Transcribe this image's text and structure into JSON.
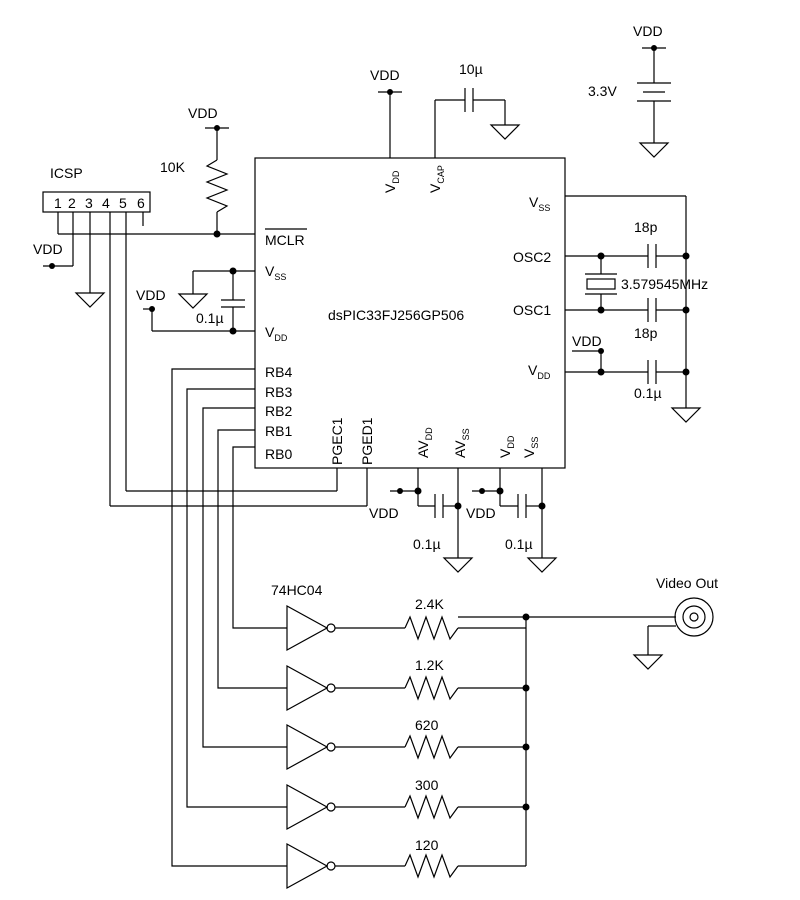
{
  "chip": {
    "part": "dsPIC33FJ256GP506",
    "pins": {
      "mclr": "MCLR",
      "vss_left": "V",
      "vss_left_sub": "SS",
      "vdd_left": "V",
      "vdd_left_sub": "DD",
      "rb4": "RB4",
      "rb3": "RB3",
      "rb2": "RB2",
      "rb1": "RB1",
      "rb0": "RB0",
      "pgec1": "PGEC1",
      "pged1": "PGED1",
      "avdd": "AV",
      "avdd_sub": "DD",
      "avss": "AV",
      "avss_sub": "SS",
      "vdd_bot": "V",
      "vdd_bot_sub": "DD",
      "vss_bot": "V",
      "vss_bot_sub": "SS",
      "vdd_top": "V",
      "vdd_top_sub": "DD",
      "vcap": "V",
      "vcap_sub": "CAP",
      "vss_right": "V",
      "vss_right_sub": "SS",
      "osc2": "OSC2",
      "osc1": "OSC1",
      "vdd_right": "V",
      "vdd_right_sub": "DD"
    }
  },
  "supply": {
    "vdd": "VDD",
    "battery": "3.3V"
  },
  "icsp": {
    "title": "ICSP",
    "pins": [
      "1",
      "2",
      "3",
      "4",
      "5",
      "6"
    ]
  },
  "components": {
    "r_mclr": "10K",
    "c_vcap": "10µ",
    "c_vss_left": "0.1µ",
    "c_osc_top": "18p",
    "c_osc_bot": "18p",
    "crystal": "3.579545MHz",
    "c_vdd_right": "0.1µ",
    "c_av": "0.1µ",
    "c_vdd_bot": "0.1µ"
  },
  "inverter": {
    "part": "74HC04"
  },
  "dac": {
    "resistors": [
      "2.4K",
      "1.2K",
      "620",
      "300",
      "120"
    ]
  },
  "output": {
    "label": "Video Out"
  }
}
